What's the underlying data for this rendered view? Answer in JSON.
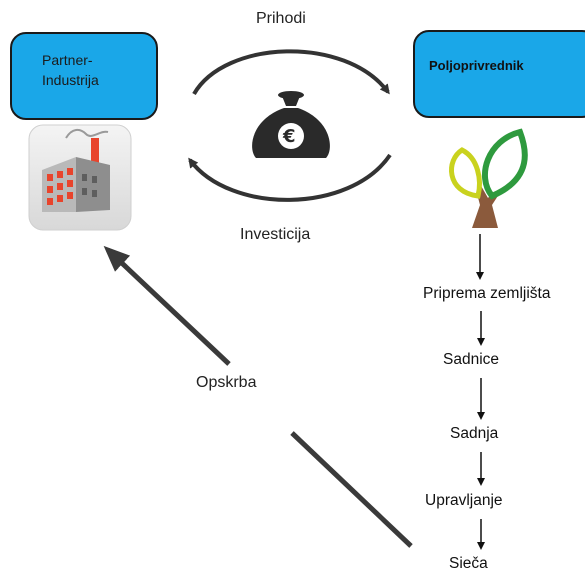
{
  "partner": {
    "label": "Partner-\nIndustrija"
  },
  "farmer": {
    "label": "Poljoprivrednik"
  },
  "cycle": {
    "top_label": "Prihodi",
    "bottom_label": "Investicija",
    "money_symbol": "€"
  },
  "supply_label": "Opskrba",
  "steps": [
    "Priprema zemljišta",
    "Sadnice",
    "Sadnja",
    "Upravljanje",
    "Sieča"
  ],
  "icons": [
    "factory-icon",
    "money-bag-icon",
    "tree-icon"
  ],
  "colors": {
    "box_fill": "#1aa7e8",
    "leaf_yellow": "#c9d21e",
    "leaf_green": "#2e9a3e",
    "trunk": "#8b5a3c",
    "factory_window": "#e8442c"
  }
}
